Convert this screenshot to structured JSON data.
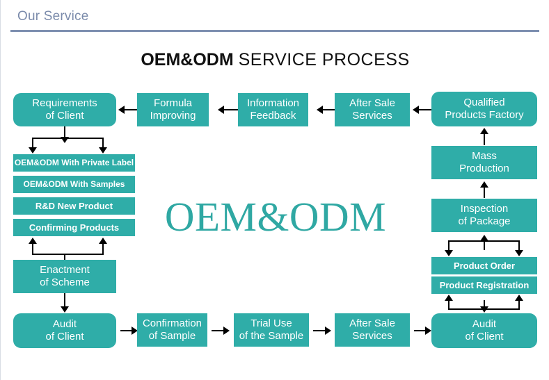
{
  "header": {
    "section_title": "Our Service",
    "rule_color": "#7d8fb0"
  },
  "diagram": {
    "title_bold": "OEM&ODM",
    "title_light": "SERVICE PROCESS",
    "watermark": "OEM&ODM",
    "box_color": "#2fada8",
    "box_text_color": "#ffffff",
    "connector_color": "#000000",
    "top_row": [
      {
        "line1": "Requirements",
        "line2": "of Client"
      },
      {
        "line1": "Formula",
        "line2": "Improving"
      },
      {
        "line1": "Information",
        "line2": "Feedback"
      },
      {
        "line1": "After Sale",
        "line2": "Services"
      },
      {
        "line1": "Qualified",
        "line2": "Products Factory"
      }
    ],
    "left_list": [
      {
        "label": "OEM&ODM With Private Label"
      },
      {
        "label": "OEM&ODM With Samples"
      },
      {
        "label": "R&D New Product"
      },
      {
        "label": "Confirming Products"
      }
    ],
    "left_stack": [
      {
        "line1": "Enactment",
        "line2": "of Scheme"
      },
      {
        "line1": "Audit",
        "line2": "of Client"
      }
    ],
    "bottom_row": [
      {
        "line1": "Confirmation",
        "line2": "of Sample"
      },
      {
        "line1": "Trial Use",
        "line2": "of the Sample"
      },
      {
        "line1": "After Sale",
        "line2": "Services"
      },
      {
        "line1": "Audit",
        "line2": "of Client"
      }
    ],
    "right_stack": [
      {
        "line1": "Mass",
        "line2": "Production"
      },
      {
        "line1": "Inspection",
        "line2": "of Package"
      }
    ],
    "right_list": [
      {
        "label": "Product Order"
      },
      {
        "label": "Product Registration"
      }
    ]
  }
}
